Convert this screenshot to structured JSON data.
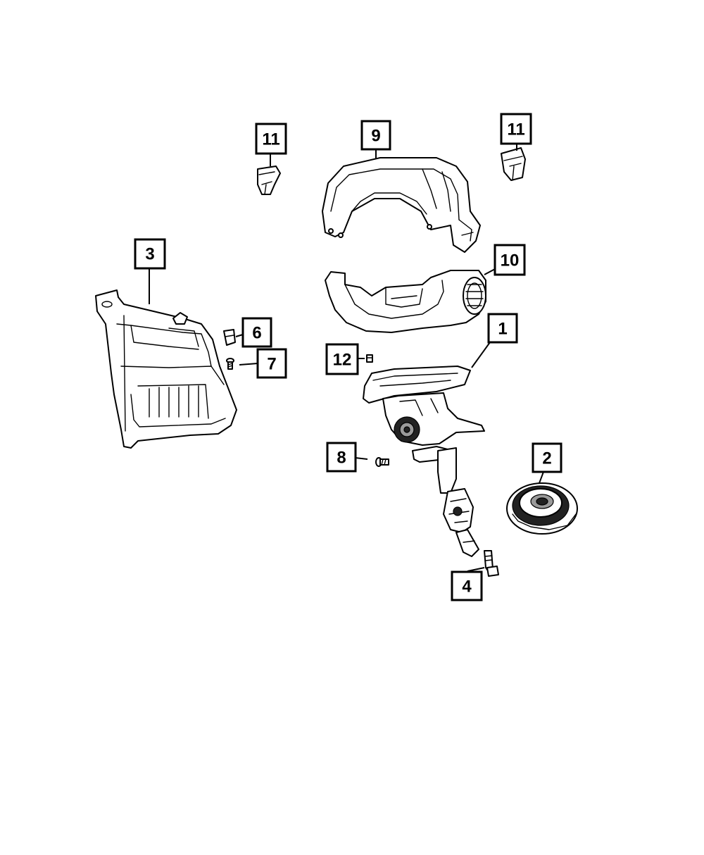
{
  "callouts": {
    "c1": "1",
    "c2": "2",
    "c3": "3",
    "c4": "4",
    "c6": "6",
    "c7": "7",
    "c8": "8",
    "c9": "9",
    "c10": "10",
    "c11a": "11",
    "c11b": "11",
    "c12": "12"
  }
}
